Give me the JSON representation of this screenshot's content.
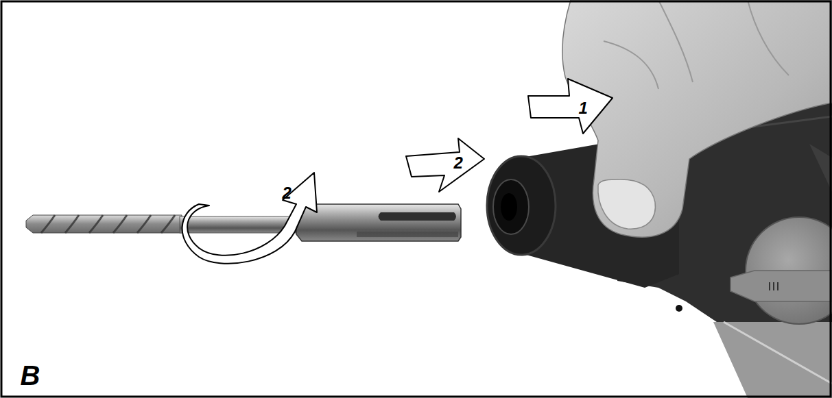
{
  "diagram": {
    "labels": [
      "1",
      "2",
      "2",
      "B"
    ]
  }
}
